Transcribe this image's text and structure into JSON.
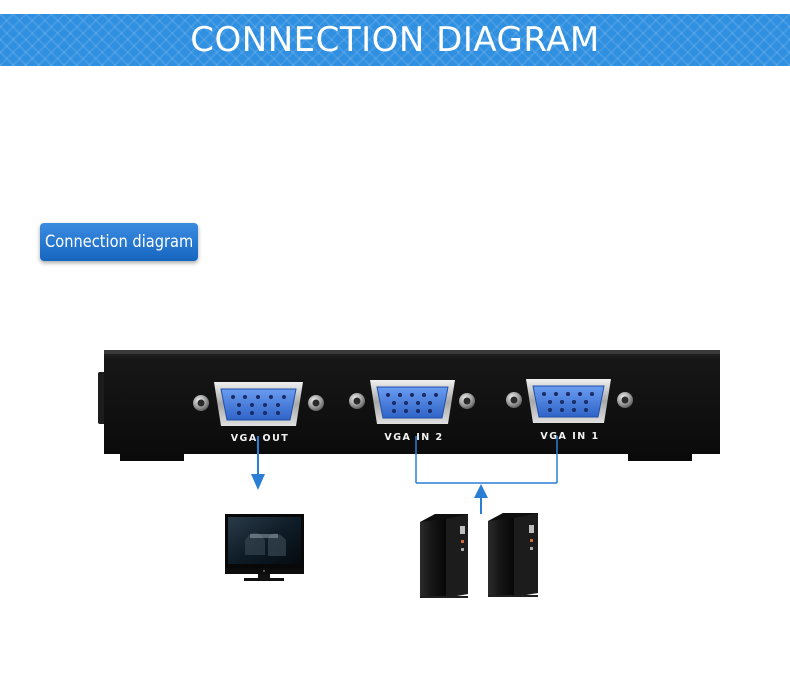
{
  "banner": {
    "title": "CONNECTION DIAGRAM"
  },
  "section_label": "Connection diagram",
  "ports": [
    {
      "label": "VGA OUT"
    },
    {
      "label": "VGA IN 2"
    },
    {
      "label": "VGA IN 1"
    }
  ],
  "colors": {
    "banner": "#2f8fe0",
    "arrow": "#2a7fd4",
    "port_blue": "#3f7bd8",
    "device_body": "#141414"
  }
}
